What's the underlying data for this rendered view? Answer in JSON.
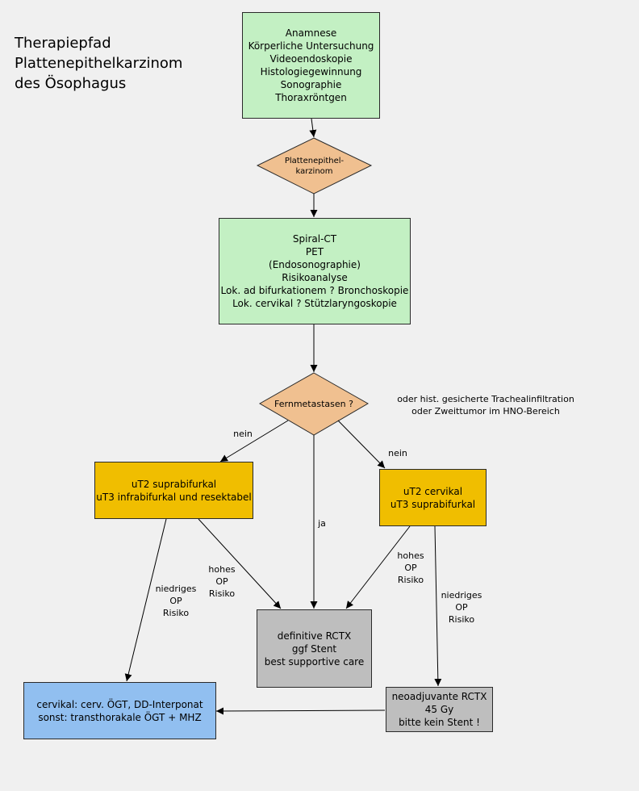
{
  "title": [
    "Therapiepfad",
    "Plattenepithelkarzinom",
    "des Ösophagus"
  ],
  "colors": {
    "green": "#c3f0c3",
    "diamond": "#f0c090",
    "gold": "#f0be00",
    "grey": "#bebebe",
    "blue": "#91bff0"
  },
  "nodes": {
    "diagnostik": [
      "Anamnese",
      "Körperliche Untersuchung",
      "Videoendoskopie",
      "Histologiegewinnung",
      "Sonographie",
      "Thoraxröntgen"
    ],
    "plattenepithel": [
      "Plattenepithel-",
      "karzinom"
    ],
    "staging": [
      "Spiral-CT",
      "PET",
      "(Endosonographie)",
      "Risikoanalyse",
      "Lok. ad bifurkationem ? Bronchoskopie",
      "Lok. cervikal ? Stützlaryngoskopie"
    ],
    "fernmetastasen": [
      "Fernmetastasen ?"
    ],
    "left_stage": [
      "uT2 suprabifurkal",
      "uT3 infrabifurkal und resektabel"
    ],
    "right_stage": [
      "uT2 cervikal",
      "uT3 suprabifurkal"
    ],
    "rctx": [
      "definitive RCTX",
      "ggf Stent",
      "best supportive care"
    ],
    "op": [
      "cervikal: cerv. ÖGT, DD-Interponat",
      "sonst: transthorakale ÖGT + MHZ"
    ],
    "neoadjuvant": [
      "neoadjuvante RCTX",
      "45 Gy",
      "bitte kein Stent !"
    ]
  },
  "labels": {
    "note": [
      "oder hist. gesicherte Trachealinfiltration",
      "oder Zweittumor im HNO-Bereich"
    ],
    "nein_left": [
      "nein"
    ],
    "nein_right": [
      "nein"
    ],
    "ja": [
      "ja"
    ],
    "hohes_left": [
      "hohes",
      "OP",
      "Risiko"
    ],
    "niedriges_left": [
      "niedriges",
      "OP",
      "Risiko"
    ],
    "hohes_right": [
      "hohes",
      "OP",
      "Risiko"
    ],
    "niedriges_right": [
      "niedriges",
      "OP",
      "Risiko"
    ]
  }
}
